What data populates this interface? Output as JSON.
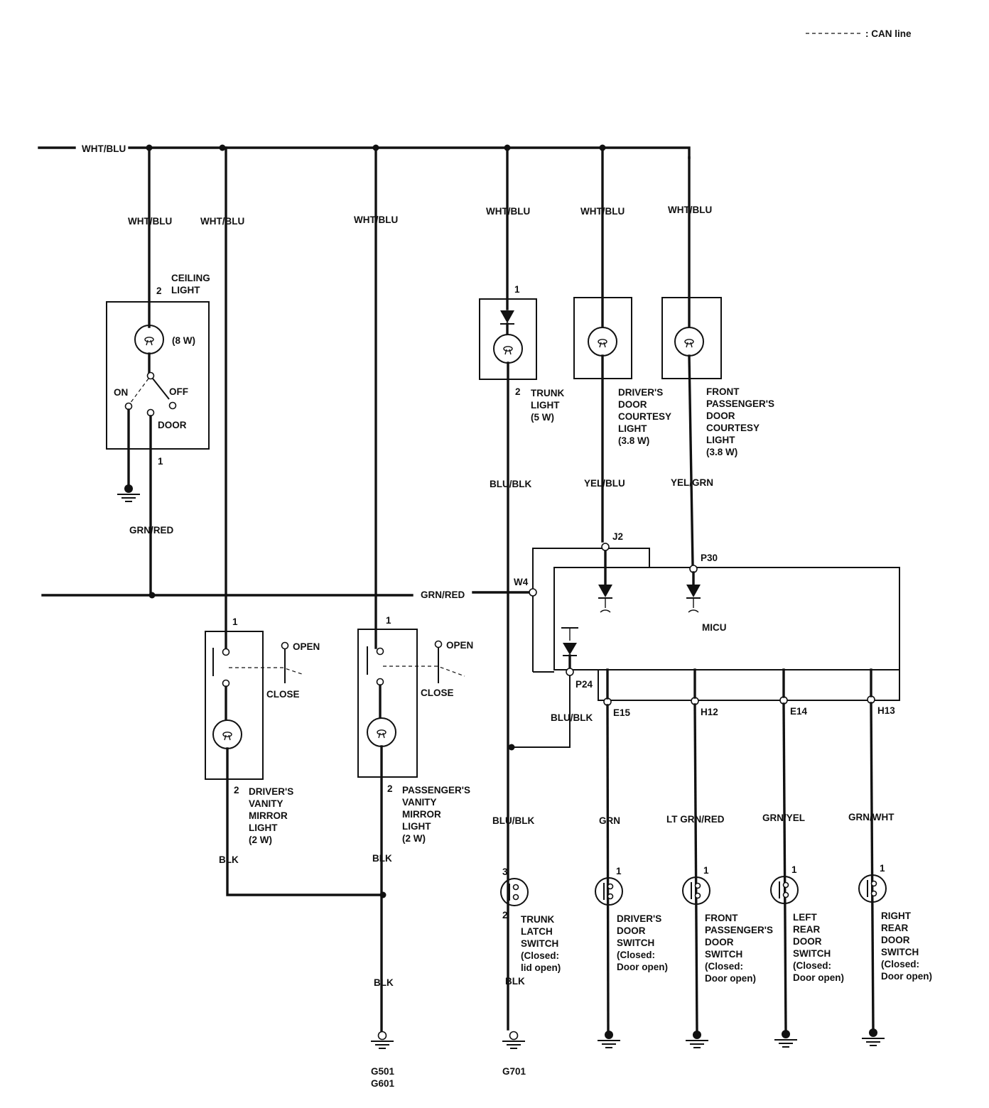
{
  "legend": {
    "can_line": ": CAN line"
  },
  "wires": {
    "main_feed": "WHT/BLU",
    "ceiling_feed": "WHT/BLU",
    "driver_vanity_feed": "WHT/BLU",
    "passenger_vanity_feed": "WHT/BLU",
    "trunk_feed": "WHT/BLU",
    "driver_courtesy_feed": "WHT/BLU",
    "passenger_courtesy_feed": "WHT/BLU",
    "ceiling_out": "GRN/RED",
    "grn_red_bus": "GRN/RED",
    "trunk_out": "BLU/BLK",
    "driver_courtesy_out": "YEL/BLU",
    "passenger_courtesy_out": "YEL/GRN",
    "micu_p24": "BLU/BLK",
    "trunk_latch_in": "BLU/BLK",
    "driver_door_switch": "GRN",
    "front_passenger_door_switch": "LT GRN/RED",
    "left_rear_door_switch": "GRN/YEL",
    "right_rear_door_switch": "GRN/WHT",
    "driver_vanity_out": "BLK",
    "passenger_vanity_out": "BLK",
    "vanity_ground": "BLK",
    "trunk_latch_ground": "BLK"
  },
  "ceiling_light": {
    "name_line1": "CEILING",
    "name_line2": "LIGHT",
    "watt": "(8 W)",
    "pin_top": "2",
    "pin_bottom": "1",
    "pos_on": "ON",
    "pos_off": "OFF",
    "pos_door": "DOOR"
  },
  "driver_vanity": {
    "pin_top": "1",
    "pin_bottom": "2",
    "open": "OPEN",
    "close": "CLOSE",
    "name": [
      "DRIVER'S",
      "VANITY",
      "MIRROR",
      "LIGHT",
      "(2 W)"
    ]
  },
  "passenger_vanity": {
    "pin_top": "1",
    "pin_bottom": "2",
    "open": "OPEN",
    "close": "CLOSE",
    "name": [
      "PASSENGER'S",
      "VANITY",
      "MIRROR",
      "LIGHT",
      "(2 W)"
    ]
  },
  "trunk_light": {
    "pin_top": "1",
    "pin_bottom": "2",
    "name": [
      "TRUNK",
      "LIGHT",
      "(5 W)"
    ]
  },
  "driver_courtesy": {
    "name": [
      "DRIVER'S",
      "DOOR",
      "COURTESY",
      "LIGHT",
      "(3.8 W)"
    ]
  },
  "passenger_courtesy": {
    "name": [
      "FRONT",
      "PASSENGER'S",
      "DOOR",
      "COURTESY",
      "LIGHT",
      "(3.8 W)"
    ]
  },
  "micu": {
    "label": "MICU",
    "terminals": {
      "j2": "J2",
      "p30": "P30",
      "w4": "W4",
      "p24": "P24",
      "e15": "E15",
      "h12": "H12",
      "e14": "E14",
      "h13": "H13"
    }
  },
  "switches": {
    "trunk_latch": {
      "pin_top": "3",
      "pin_bottom": "2",
      "name": [
        "TRUNK",
        "LATCH",
        "SWITCH",
        "(Closed:",
        "lid open)"
      ]
    },
    "driver_door": {
      "pin": "1",
      "name": [
        "DRIVER'S",
        "DOOR",
        "SWITCH",
        "(Closed:",
        "Door open)"
      ]
    },
    "front_passenger_door": {
      "pin": "1",
      "name": [
        "FRONT",
        "PASSENGER'S",
        "DOOR",
        "SWITCH",
        "(Closed:",
        "Door open)"
      ]
    },
    "left_rear_door": {
      "pin": "1",
      "name": [
        "LEFT",
        "REAR",
        "DOOR",
        "SWITCH",
        "(Closed:",
        "Door open)"
      ]
    },
    "right_rear_door": {
      "pin": "1",
      "name": [
        "RIGHT",
        "REAR",
        "DOOR",
        "SWITCH",
        "(Closed:",
        "Door open)"
      ]
    }
  },
  "grounds": {
    "vanity_line1": "G501",
    "vanity_line2": "G601",
    "trunk_latch": "G701"
  }
}
